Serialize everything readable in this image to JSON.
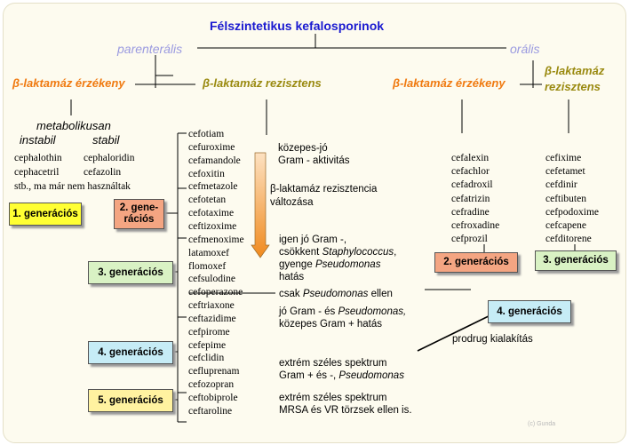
{
  "title": "Félszintetikus kefalosporinok",
  "routes": {
    "parenteral": "parenterális",
    "oral": "orális"
  },
  "headings": {
    "sensitive_left": "β-laktamáz érzékeny",
    "resistant_left": "β-laktamáz rezisztens",
    "sensitive_right": "β-laktamáz érzékeny",
    "resistant_right_1": "β-laktamáz",
    "resistant_right_2": "rezisztens"
  },
  "metabolic": {
    "label": "metabolikusan",
    "instabil": "instabil",
    "stabil": "stabil"
  },
  "first_gen_drugs": {
    "instabil": [
      "cephalothin",
      "cephacetril"
    ],
    "stabil": [
      "cephaloridin",
      "cefazolin"
    ],
    "note": "stb., ma már nem használtak"
  },
  "parenteral_resistant_drugs": [
    "cefotiam",
    "cefuroxime",
    "cefamandole",
    "cefoxitin",
    "cefmetazole",
    "cefotetan",
    "cefotaxime",
    "ceftizoxime",
    "cefmenoxime",
    "latamoxef",
    "flomoxef",
    "cefsulodine",
    "cefoperazone",
    "ceftriaxone",
    "ceftazidime",
    "cefpirome",
    "cefepime",
    "cefclidin",
    "cefluprenam",
    "cefozopran",
    "ceftobiprole",
    "ceftaroline"
  ],
  "oral_sensitive_drugs": [
    "cefalexin",
    "cefachlor",
    "cefadroxil",
    "cefatrizin",
    "cefradine",
    "cefroxadine",
    "cefprozil"
  ],
  "oral_resistant_drugs": [
    "cefixime",
    "cefetamet",
    "cefdinir",
    "ceftibuten",
    "cefpodoxime",
    "cefcapene",
    "cefditorene"
  ],
  "generation_boxes": {
    "gen1": "1. generációs",
    "gen2_line1": "2. gene-",
    "gen2_line2": "rációs",
    "gen3": "3. generációs",
    "gen4": "4. generációs",
    "gen5": "5. generációs",
    "oral_gen2": "2. generációs",
    "oral_gen3": "3. generációs",
    "target_gen4": "4. generációs"
  },
  "box_colors": {
    "gen1": "#ffff33",
    "gen2": "#f4a582",
    "gen3": "#d9f2c4",
    "gen4": "#c6ecf6",
    "gen5": "#fff2a0"
  },
  "annotations": {
    "activity_1": "közepes-jó",
    "activity_2": "Gram - aktivitás",
    "resistance_1": "β-laktamáz rezisztencia",
    "resistance_2": "változása",
    "gen3_desc_1": "igen jó Gram -,",
    "gen3_desc_2_a": "csökkent ",
    "gen3_desc_2_b": "Staphylococcus",
    "gen3_desc_2_c": ",",
    "gen3_desc_3_a": "gyenge ",
    "gen3_desc_3_b": "Pseudomonas",
    "gen3_desc_4": "hatás",
    "pseudo_only_a": "csak ",
    "pseudo_only_b": "Pseudomonas",
    "pseudo_only_c": " ellen",
    "gen4_desc_1_a": "jó Gram - és ",
    "gen4_desc_1_b": "Pseudomonas,",
    "gen4_desc_2": "közepes Gram + hatás",
    "extreme_1": "extrém széles spektrum",
    "extreme_2_a": "Gram + és -, ",
    "extreme_2_b": "Pseudomonas",
    "extreme_3": "extrém széles spektrum",
    "extreme_4": "MRSA és VR törzsek ellen is.",
    "prodrug": "prodrug kialakítás",
    "watermark": "(c) Gunda"
  }
}
